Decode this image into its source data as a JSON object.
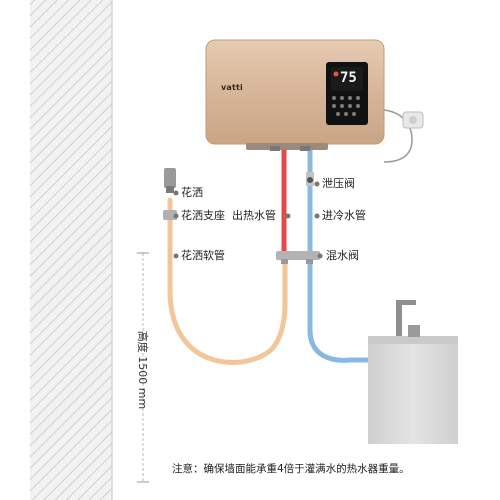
{
  "heater": {
    "brand": "vatti",
    "display_reading": "75"
  },
  "labels": {
    "shower": "花洒",
    "shower_bracket": "花洒支座",
    "shower_hose": "花洒软管",
    "hot_water_pipe": "出热水管",
    "pressure_relief_valve": "泄压阀",
    "cold_water_pipe": "进冷水管",
    "mixing_valve": "混水阀",
    "height": "高度 1500 mm"
  },
  "note": "注意：确保墙面能承重4倍于灌满水的热水器重量。",
  "colors": {
    "tank_body": "#d4b398",
    "hot_pipe": "#e04a4a",
    "cold_pipe": "#8ab8e0",
    "shower_hose": "#f3c59b",
    "sink": "#d9d9d9",
    "wall_hatch": "#d0d0d0"
  }
}
